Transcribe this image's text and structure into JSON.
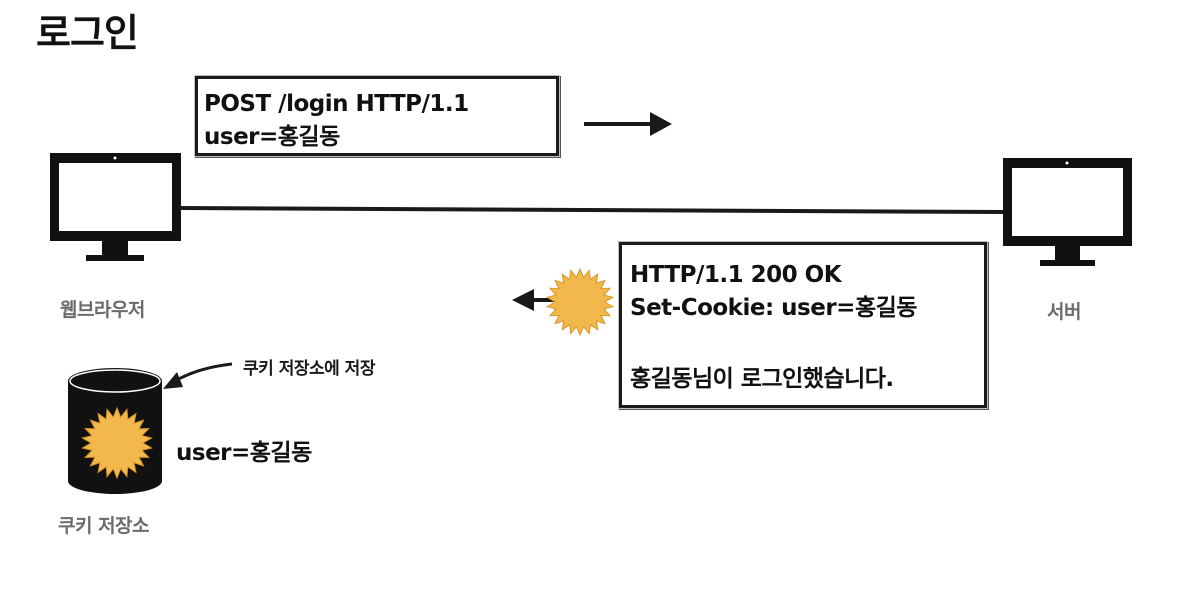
{
  "title": "로그인",
  "request": {
    "line1": "POST /login HTTP/1.1",
    "line2": "user=홍길동"
  },
  "response": {
    "line1": "HTTP/1.1 200 OK",
    "line2": "Set-Cookie: user=홍길동",
    "line3": "홍길동님이 로그인했습니다."
  },
  "labels": {
    "browser": "웹브라우저",
    "server": "서버",
    "cookie_store": "쿠키 저장소",
    "store_note": "쿠키 저장소에 저장",
    "stored_value": "user=홍길동"
  },
  "colors": {
    "cookie": "#f2b84b",
    "ink": "#111111",
    "caption": "#6b6b6b"
  },
  "icons": [
    "monitor-icon",
    "cookie-icon",
    "database-icon",
    "arrow-right-icon",
    "arrow-left-icon",
    "curved-arrow-icon"
  ]
}
